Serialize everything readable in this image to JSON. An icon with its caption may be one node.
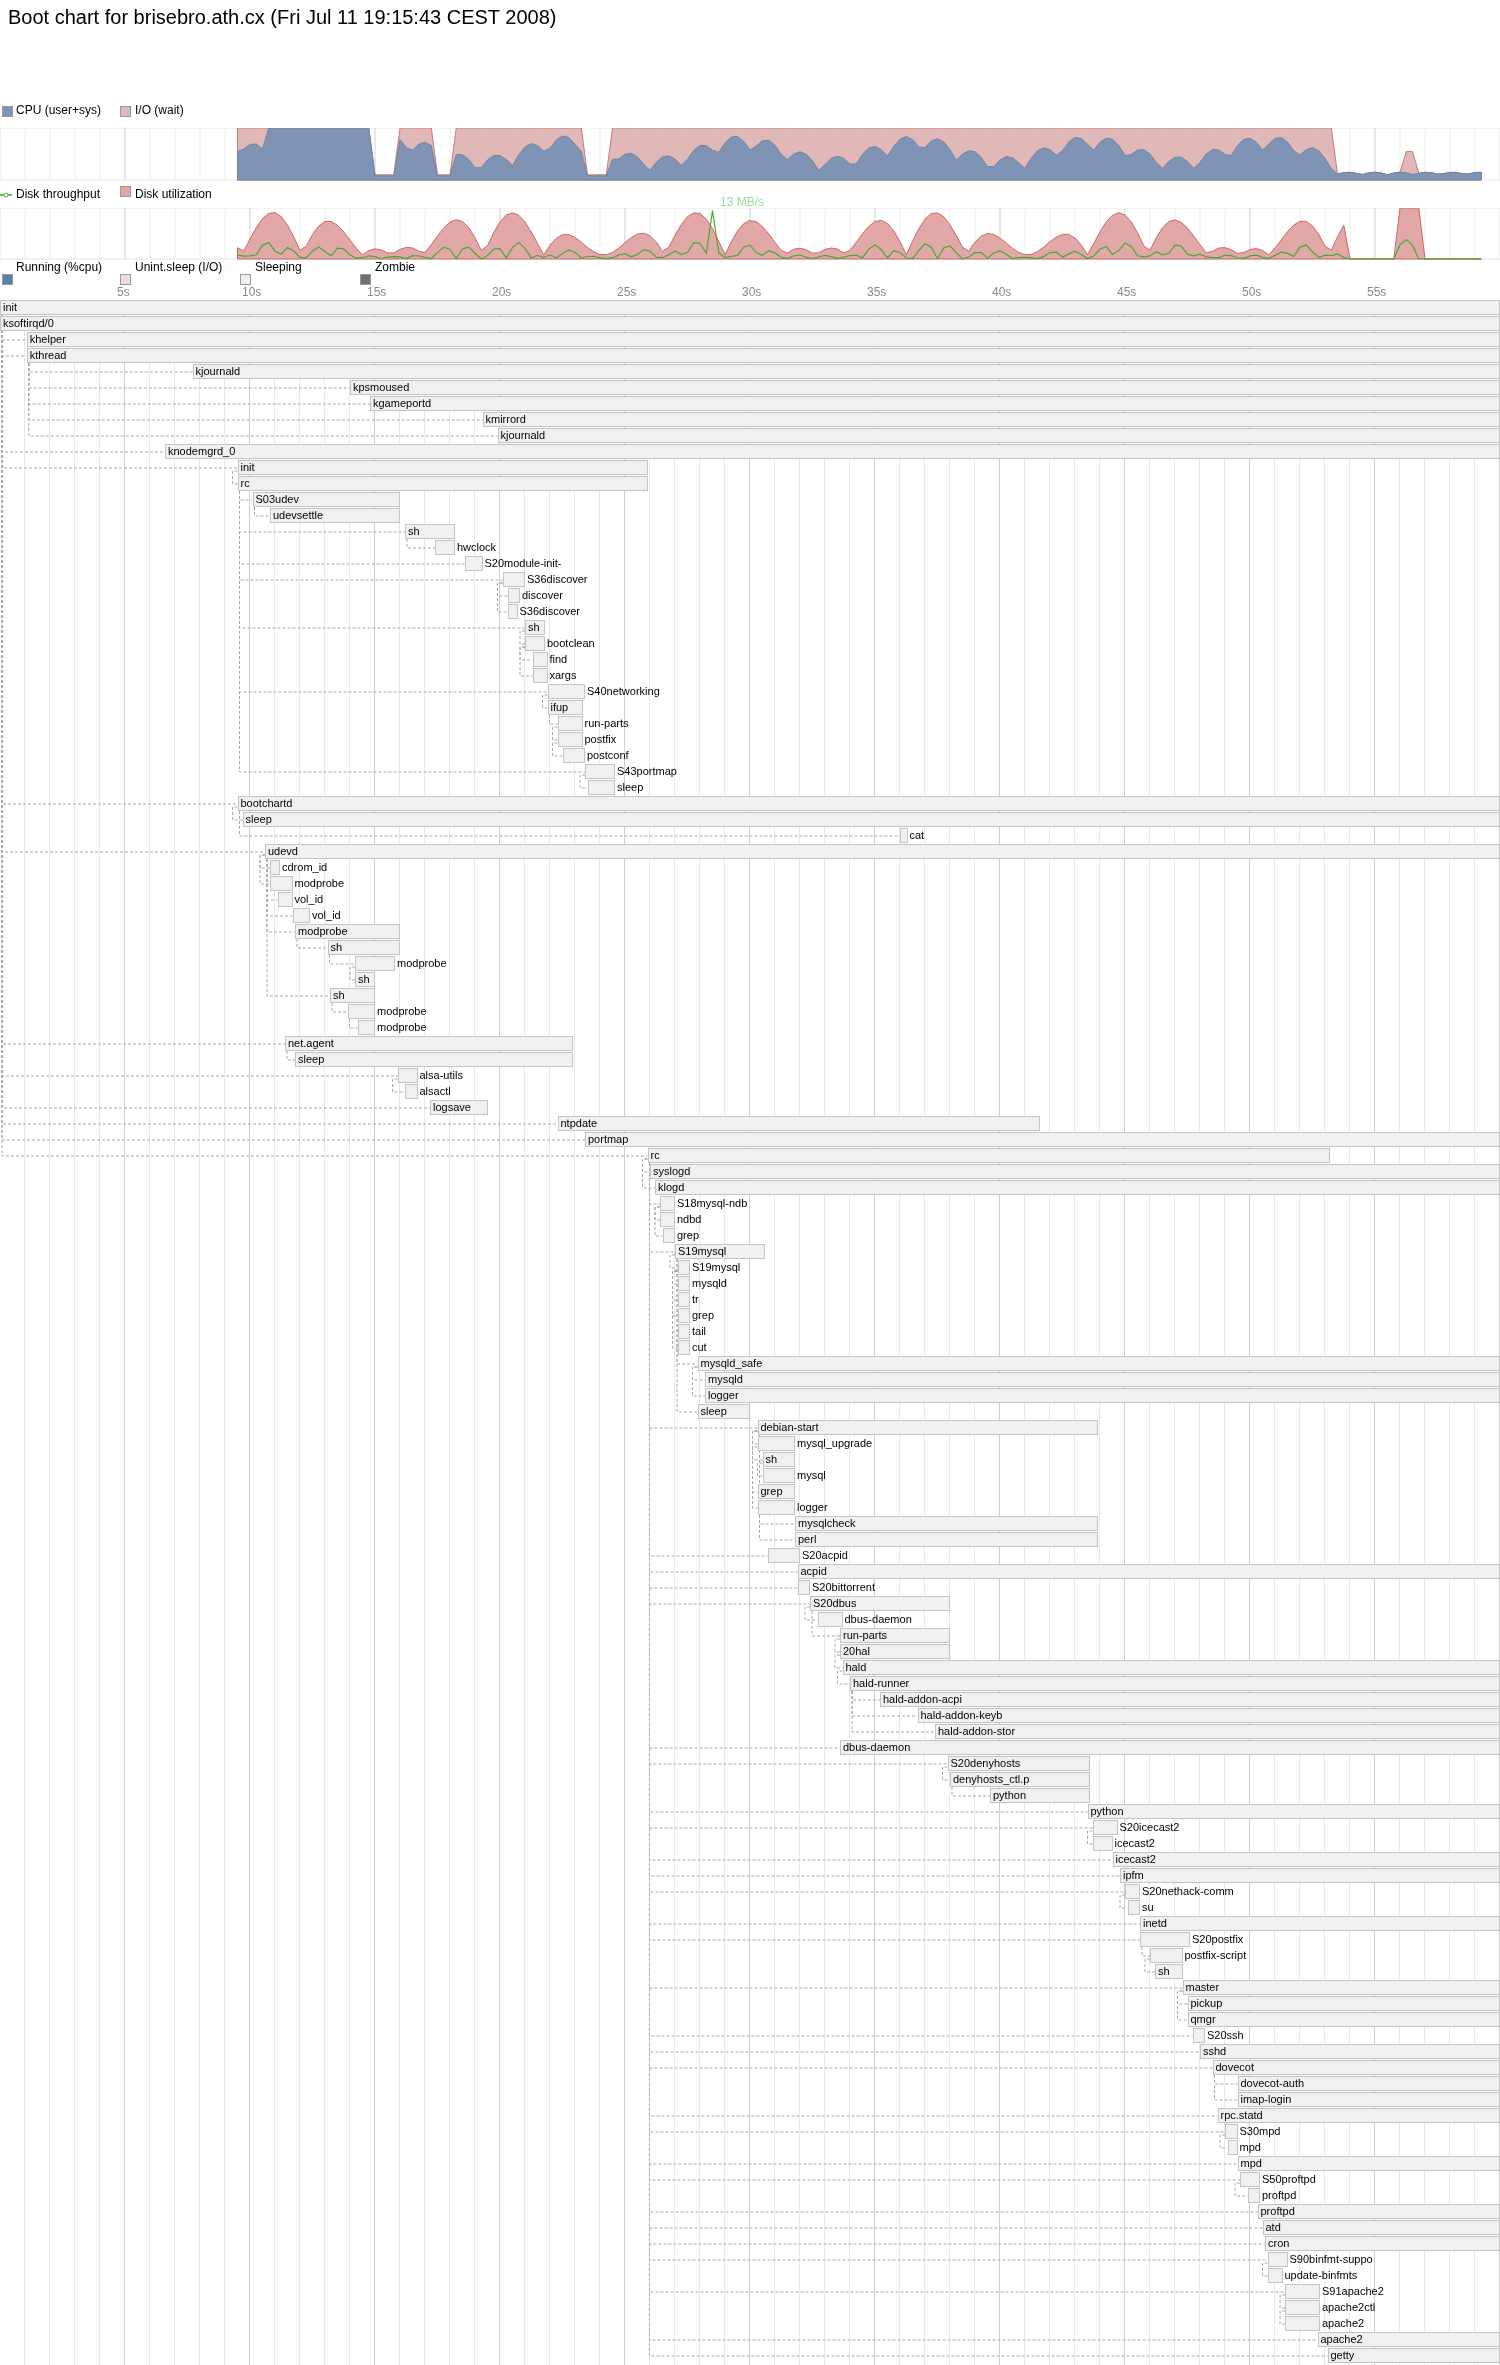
{
  "diagram": {
    "title": "Boot chart for brisebro.ath.cx (Fri Jul 11 19:15:43 CEST 2008)",
    "nodes": [
      {
        "text": [
          "init"
        ]
      },
      {
        "text": [
          "ksoftirqd/0"
        ]
      },
      {
        "text": [
          "khelper"
        ]
      },
      {
        "text": [
          "kthread"
        ]
      },
      {
        "text": [
          "kjournald"
        ]
      },
      {
        "text": [
          "kpsmoused"
        ]
      },
      {
        "text": [
          "kgameportd"
        ]
      },
      {
        "text": [
          "kmirrord"
        ]
      },
      {
        "text": [
          "kjournald"
        ]
      },
      {
        "text": [
          "knodemgrd_0"
        ]
      },
      {
        "text": [
          "init"
        ]
      },
      {
        "text": [
          "rc"
        ]
      },
      {
        "text": [
          "S03udev"
        ]
      },
      {
        "text": [
          "udevsettle"
        ]
      },
      {
        "text": [
          "sh"
        ]
      },
      {
        "text": [
          "hwclock"
        ]
      },
      {
        "text": [
          "S20module-init-"
        ]
      },
      {
        "text": [
          "S36discover"
        ]
      },
      {
        "text": [
          "discover"
        ]
      },
      {
        "text": [
          "S36discover"
        ]
      },
      {
        "text": [
          "sh"
        ]
      },
      {
        "text": [
          "bootclean"
        ]
      },
      {
        "text": [
          "find"
        ]
      },
      {
        "text": [
          "xargs"
        ]
      },
      {
        "text": [
          "S40networking"
        ]
      },
      {
        "text": [
          "ifup"
        ]
      },
      {
        "text": [
          "run-parts"
        ]
      },
      {
        "text": [
          "postfix"
        ]
      },
      {
        "text": [
          "postconf"
        ]
      },
      {
        "text": [
          "S43portmap"
        ]
      },
      {
        "text": [
          "sleep"
        ]
      },
      {
        "text": [
          "bootchartd"
        ]
      },
      {
        "text": [
          "sleep"
        ]
      },
      {
        "text": [
          "cat"
        ]
      },
      {
        "text": [
          "udevd"
        ]
      },
      {
        "text": [
          "cdrom_id"
        ]
      },
      {
        "text": [
          "modprobe"
        ]
      },
      {
        "text": [
          "vol_id"
        ]
      },
      {
        "text": [
          "vol_id"
        ]
      },
      {
        "text": [
          "modprobe"
        ]
      },
      {
        "text": [
          "sh"
        ]
      },
      {
        "text": [
          "modprobe"
        ]
      },
      {
        "text": [
          "sh"
        ]
      },
      {
        "text": [
          "sh"
        ]
      },
      {
        "text": [
          "modprobe"
        ]
      },
      {
        "text": [
          "modprobe"
        ]
      },
      {
        "text": [
          "net.agent"
        ]
      },
      {
        "text": [
          "sleep"
        ]
      },
      {
        "text": [
          "alsa-utils"
        ]
      },
      {
        "text": [
          "alsactl"
        ]
      },
      {
        "text": [
          "logsave"
        ]
      },
      {
        "text": [
          "ntpdate"
        ]
      },
      {
        "text": [
          "portmap"
        ]
      },
      {
        "text": [
          "rc"
        ]
      },
      {
        "text": [
          "syslogd"
        ]
      },
      {
        "text": [
          "klogd"
        ]
      },
      {
        "text": [
          "S18mysql-ndb"
        ]
      },
      {
        "text": [
          "ndbd"
        ]
      },
      {
        "text": [
          "grep"
        ]
      },
      {
        "text": [
          "S19mysql"
        ]
      },
      {
        "text": [
          "S19mysql"
        ]
      },
      {
        "text": [
          "mysqld"
        ]
      },
      {
        "text": [
          "tr"
        ]
      },
      {
        "text": [
          "grep"
        ]
      },
      {
        "text": [
          "tail"
        ]
      },
      {
        "text": [
          "cut"
        ]
      },
      {
        "text": [
          "mysqld_safe"
        ]
      },
      {
        "text": [
          "mysqld"
        ]
      },
      {
        "text": [
          "logger"
        ]
      },
      {
        "text": [
          "sleep"
        ]
      },
      {
        "text": [
          "debian-start"
        ]
      },
      {
        "text": [
          "mysql_upgrade"
        ]
      },
      {
        "text": [
          "sh"
        ]
      },
      {
        "text": [
          "mysql"
        ]
      },
      {
        "text": [
          "grep"
        ]
      },
      {
        "text": [
          "logger"
        ]
      },
      {
        "text": [
          "mysqlcheck"
        ]
      },
      {
        "text": [
          "perl"
        ]
      },
      {
        "text": [
          "S20acpid"
        ]
      },
      {
        "text": [
          "acpid"
        ]
      },
      {
        "text": [
          "S20bittorrent"
        ]
      },
      {
        "text": [
          "S20dbus"
        ]
      },
      {
        "text": [
          "dbus-daemon"
        ]
      },
      {
        "text": [
          "run-parts"
        ]
      },
      {
        "text": [
          "20hal"
        ]
      },
      {
        "text": [
          "hald"
        ]
      },
      {
        "text": [
          "hald-runner"
        ]
      },
      {
        "text": [
          "hald-addon-acpi"
        ]
      },
      {
        "text": [
          "hald-addon-keyb"
        ]
      },
      {
        "text": [
          "hald-addon-stor"
        ]
      },
      {
        "text": [
          "dbus-daemon"
        ]
      },
      {
        "text": [
          "S20denyhosts"
        ]
      },
      {
        "text": [
          "denyhosts_ctl.p"
        ]
      },
      {
        "text": [
          "python"
        ]
      },
      {
        "text": [
          "python"
        ]
      },
      {
        "text": [
          "S20icecast2"
        ]
      },
      {
        "text": [
          "icecast2"
        ]
      },
      {
        "text": [
          "icecast2"
        ]
      },
      {
        "text": [
          "ipfm"
        ]
      },
      {
        "text": [
          "S20nethack-comm"
        ]
      },
      {
        "text": [
          "su"
        ]
      },
      {
        "text": [
          "inetd"
        ]
      },
      {
        "text": [
          "S20postfix"
        ]
      },
      {
        "text": [
          "postfix-script"
        ]
      },
      {
        "text": [
          "sh"
        ]
      },
      {
        "text": [
          "master"
        ]
      },
      {
        "text": [
          "pickup"
        ]
      },
      {
        "text": [
          "qmgr"
        ]
      },
      {
        "text": [
          "S20ssh"
        ]
      },
      {
        "text": [
          "sshd"
        ]
      },
      {
        "text": [
          "dovecot"
        ]
      },
      {
        "text": [
          "dovecot-auth"
        ]
      },
      {
        "text": [
          "imap-login"
        ]
      },
      {
        "text": [
          "rpc.statd"
        ]
      },
      {
        "text": [
          "S30mpd"
        ]
      },
      {
        "text": [
          "mpd"
        ]
      },
      {
        "text": [
          "mpd"
        ]
      },
      {
        "text": [
          "S50proftpd"
        ]
      },
      {
        "text": [
          "proftpd"
        ]
      },
      {
        "text": [
          "proftpd"
        ]
      },
      {
        "text": [
          "atd"
        ]
      },
      {
        "text": [
          "cron"
        ]
      },
      {
        "text": [
          "S90binfmt-suppo"
        ]
      },
      {
        "text": [
          "update-binfmts"
        ]
      },
      {
        "text": [
          "S91apache2"
        ]
      },
      {
        "text": [
          "apache2ctl"
        ]
      },
      {
        "text": [
          "apache2"
        ]
      },
      {
        "text": [
          "apache2"
        ]
      },
      {
        "text": [
          "getty"
        ]
      }
    ],
    "edges": [
      {
        "from": 0,
        "to": 2,
        "arrow": "none",
        "style": "dashed"
      },
      {
        "from": 0,
        "to": 3,
        "arrow": "none",
        "style": "dashed"
      },
      {
        "from": 3,
        "to": 4,
        "arrow": "none",
        "style": "dashed"
      },
      {
        "from": 3,
        "to": 5,
        "arrow": "none",
        "style": "dashed"
      },
      {
        "from": 3,
        "to": 6,
        "arrow": "none",
        "style": "dashed"
      },
      {
        "from": 3,
        "to": 7,
        "arrow": "none",
        "style": "dashed"
      },
      {
        "from": 3,
        "to": 8,
        "arrow": "none",
        "style": "dashed"
      },
      {
        "from": 0,
        "to": 9,
        "arrow": "none",
        "style": "dashed"
      },
      {
        "from": 0,
        "to": 10,
        "arrow": "none",
        "style": "dashed"
      },
      {
        "from": 10,
        "to": 11,
        "arrow": "none",
        "style": "dashed"
      },
      {
        "from": 11,
        "to": 12,
        "arrow": "none",
        "style": "dashed"
      },
      {
        "from": 12,
        "to": 13,
        "arrow": "none",
        "style": "dashed"
      },
      {
        "from": 11,
        "to": 14,
        "arrow": "none",
        "style": "dashed"
      },
      {
        "from": 14,
        "to": 15,
        "arrow": "none",
        "style": "dashed"
      },
      {
        "from": 11,
        "to": 16,
        "arrow": "none",
        "style": "dashed"
      },
      {
        "from": 11,
        "to": 17,
        "arrow": "none",
        "style": "dashed"
      },
      {
        "from": 17,
        "to": 18,
        "arrow": "none",
        "style": "dashed"
      },
      {
        "from": 17,
        "to": 19,
        "arrow": "none",
        "style": "dashed"
      },
      {
        "from": 11,
        "to": 20,
        "arrow": "none",
        "style": "dashed"
      },
      {
        "from": 20,
        "to": 21,
        "arrow": "none",
        "style": "dashed"
      },
      {
        "from": 21,
        "to": 22,
        "arrow": "none",
        "style": "dashed"
      },
      {
        "from": 21,
        "to": 23,
        "arrow": "none",
        "style": "dashed"
      },
      {
        "from": 11,
        "to": 24,
        "arrow": "none",
        "style": "dashed"
      },
      {
        "from": 24,
        "to": 25,
        "arrow": "none",
        "style": "dashed"
      },
      {
        "from": 25,
        "to": 26,
        "arrow": "none",
        "style": "dashed"
      },
      {
        "from": 26,
        "to": 27,
        "arrow": "none",
        "style": "dashed"
      },
      {
        "from": 27,
        "to": 28,
        "arrow": "none",
        "style": "dashed"
      },
      {
        "from": 11,
        "to": 29,
        "arrow": "none",
        "style": "dashed"
      },
      {
        "from": 29,
        "to": 30,
        "arrow": "none",
        "style": "dashed"
      },
      {
        "from": 0,
        "to": 31,
        "arrow": "none",
        "style": "dashed"
      },
      {
        "from": 31,
        "to": 32,
        "arrow": "none",
        "style": "dashed"
      },
      {
        "from": 31,
        "to": 33,
        "arrow": "none",
        "style": "dashed"
      },
      {
        "from": 0,
        "to": 34,
        "arrow": "none",
        "style": "dashed"
      },
      {
        "from": 34,
        "to": 35,
        "arrow": "none",
        "style": "dashed"
      },
      {
        "from": 34,
        "to": 36,
        "arrow": "none",
        "style": "dashed"
      },
      {
        "from": 34,
        "to": 37,
        "arrow": "none",
        "style": "dashed"
      },
      {
        "from": 34,
        "to": 38,
        "arrow": "none",
        "style": "dashed"
      },
      {
        "from": 34,
        "to": 39,
        "arrow": "none",
        "style": "dashed"
      },
      {
        "from": 39,
        "to": 40,
        "arrow": "none",
        "style": "dashed"
      },
      {
        "from": 40,
        "to": 41,
        "arrow": "none",
        "style": "dashed"
      },
      {
        "from": 41,
        "to": 42,
        "arrow": "none",
        "style": "dashed"
      },
      {
        "from": 34,
        "to": 43,
        "arrow": "none",
        "style": "dashed"
      },
      {
        "from": 43,
        "to": 44,
        "arrow": "none",
        "style": "dashed"
      },
      {
        "from": 44,
        "to": 45,
        "arrow": "none",
        "style": "dashed"
      },
      {
        "from": 0,
        "to": 46,
        "arrow": "none",
        "style": "dashed"
      },
      {
        "from": 46,
        "to": 47,
        "arrow": "none",
        "style": "dashed"
      },
      {
        "from": 0,
        "to": 48,
        "arrow": "none",
        "style": "dashed"
      },
      {
        "from": 48,
        "to": 49,
        "arrow": "none",
        "style": "dashed"
      },
      {
        "from": 0,
        "to": 50,
        "arrow": "none",
        "style": "dashed"
      },
      {
        "from": 0,
        "to": 51,
        "arrow": "none",
        "style": "dashed"
      },
      {
        "from": 0,
        "to": 52,
        "arrow": "none",
        "style": "dashed"
      },
      {
        "from": 0,
        "to": 53,
        "arrow": "none",
        "style": "dashed"
      },
      {
        "from": 53,
        "to": 54,
        "arrow": "none",
        "style": "dashed"
      },
      {
        "from": 53,
        "to": 55,
        "arrow": "none",
        "style": "dashed"
      },
      {
        "from": 53,
        "to": 56,
        "arrow": "none",
        "style": "dashed"
      },
      {
        "from": 56,
        "to": 57,
        "arrow": "none",
        "style": "dashed"
      },
      {
        "from": 56,
        "to": 58,
        "arrow": "none",
        "style": "dashed"
      },
      {
        "from": 53,
        "to": 59,
        "arrow": "none",
        "style": "dashed"
      },
      {
        "from": 59,
        "to": 60,
        "arrow": "none",
        "style": "dashed"
      },
      {
        "from": 60,
        "to": 61,
        "arrow": "none",
        "style": "dashed"
      },
      {
        "from": 60,
        "to": 62,
        "arrow": "none",
        "style": "dashed"
      },
      {
        "from": 60,
        "to": 63,
        "arrow": "none",
        "style": "dashed"
      },
      {
        "from": 60,
        "to": 64,
        "arrow": "none",
        "style": "dashed"
      },
      {
        "from": 60,
        "to": 65,
        "arrow": "none",
        "style": "dashed"
      },
      {
        "from": 59,
        "to": 66,
        "arrow": "none",
        "style": "dashed"
      },
      {
        "from": 66,
        "to": 67,
        "arrow": "none",
        "style": "dashed"
      },
      {
        "from": 66,
        "to": 68,
        "arrow": "none",
        "style": "dashed"
      },
      {
        "from": 59,
        "to": 69,
        "arrow": "none",
        "style": "dashed"
      },
      {
        "from": 53,
        "to": 70,
        "arrow": "none",
        "style": "dashed"
      },
      {
        "from": 70,
        "to": 71,
        "arrow": "none",
        "style": "dashed"
      },
      {
        "from": 71,
        "to": 72,
        "arrow": "none",
        "style": "dashed"
      },
      {
        "from": 72,
        "to": 73,
        "arrow": "none",
        "style": "dashed"
      },
      {
        "from": 70,
        "to": 74,
        "arrow": "none",
        "style": "dashed"
      },
      {
        "from": 70,
        "to": 75,
        "arrow": "none",
        "style": "dashed"
      },
      {
        "from": 70,
        "to": 76,
        "arrow": "none",
        "style": "dashed"
      },
      {
        "from": 70,
        "to": 77,
        "arrow": "none",
        "style": "dashed"
      },
      {
        "from": 53,
        "to": 78,
        "arrow": "none",
        "style": "dashed"
      },
      {
        "from": 53,
        "to": 79,
        "arrow": "none",
        "style": "dashed"
      },
      {
        "from": 53,
        "to": 80,
        "arrow": "none",
        "style": "dashed"
      },
      {
        "from": 53,
        "to": 81,
        "arrow": "none",
        "style": "dashed"
      },
      {
        "from": 81,
        "to": 82,
        "arrow": "none",
        "style": "dashed"
      },
      {
        "from": 81,
        "to": 83,
        "arrow": "none",
        "style": "dashed"
      },
      {
        "from": 83,
        "to": 84,
        "arrow": "none",
        "style": "dashed"
      },
      {
        "from": 84,
        "to": 85,
        "arrow": "none",
        "style": "dashed"
      },
      {
        "from": 85,
        "to": 86,
        "arrow": "none",
        "style": "dashed"
      },
      {
        "from": 86,
        "to": 87,
        "arrow": "none",
        "style": "dashed"
      },
      {
        "from": 86,
        "to": 88,
        "arrow": "none",
        "style": "dashed"
      },
      {
        "from": 86,
        "to": 89,
        "arrow": "none",
        "style": "dashed"
      },
      {
        "from": 53,
        "to": 90,
        "arrow": "none",
        "style": "dashed"
      },
      {
        "from": 53,
        "to": 91,
        "arrow": "none",
        "style": "dashed"
      },
      {
        "from": 91,
        "to": 92,
        "arrow": "none",
        "style": "dashed"
      },
      {
        "from": 92,
        "to": 93,
        "arrow": "none",
        "style": "dashed"
      },
      {
        "from": 53,
        "to": 94,
        "arrow": "none",
        "style": "dashed"
      },
      {
        "from": 53,
        "to": 95,
        "arrow": "none",
        "style": "dashed"
      },
      {
        "from": 95,
        "to": 96,
        "arrow": "none",
        "style": "dashed"
      },
      {
        "from": 53,
        "to": 97,
        "arrow": "none",
        "style": "dashed"
      },
      {
        "from": 53,
        "to": 98,
        "arrow": "none",
        "style": "dashed"
      },
      {
        "from": 53,
        "to": 99,
        "arrow": "none",
        "style": "dashed"
      },
      {
        "from": 99,
        "to": 100,
        "arrow": "none",
        "style": "dashed"
      },
      {
        "from": 53,
        "to": 101,
        "arrow": "none",
        "style": "dashed"
      },
      {
        "from": 53,
        "to": 102,
        "arrow": "none",
        "style": "dashed"
      },
      {
        "from": 102,
        "to": 103,
        "arrow": "none",
        "style": "dashed"
      },
      {
        "from": 103,
        "to": 104,
        "arrow": "none",
        "style": "dashed"
      },
      {
        "from": 53,
        "to": 105,
        "arrow": "none",
        "style": "dashed"
      },
      {
        "from": 105,
        "to": 106,
        "arrow": "none",
        "style": "dashed"
      },
      {
        "from": 105,
        "to": 107,
        "arrow": "none",
        "style": "dashed"
      },
      {
        "from": 53,
        "to": 108,
        "arrow": "none",
        "style": "dashed"
      },
      {
        "from": 53,
        "to": 109,
        "arrow": "none",
        "style": "dashed"
      },
      {
        "from": 53,
        "to": 110,
        "arrow": "none",
        "style": "dashed"
      },
      {
        "from": 110,
        "to": 111,
        "arrow": "none",
        "style": "dashed"
      },
      {
        "from": 110,
        "to": 112,
        "arrow": "none",
        "style": "dashed"
      },
      {
        "from": 53,
        "to": 113,
        "arrow": "none",
        "style": "dashed"
      },
      {
        "from": 53,
        "to": 114,
        "arrow": "none",
        "style": "dashed"
      },
      {
        "from": 114,
        "to": 115,
        "arrow": "none",
        "style": "dashed"
      },
      {
        "from": 53,
        "to": 116,
        "arrow": "none",
        "style": "dashed"
      },
      {
        "from": 53,
        "to": 117,
        "arrow": "none",
        "style": "dashed"
      },
      {
        "from": 117,
        "to": 118,
        "arrow": "none",
        "style": "dashed"
      },
      {
        "from": 53,
        "to": 119,
        "arrow": "none",
        "style": "dashed"
      },
      {
        "from": 53,
        "to": 120,
        "arrow": "none",
        "style": "dashed"
      },
      {
        "from": 53,
        "to": 121,
        "arrow": "none",
        "style": "dashed"
      },
      {
        "from": 53,
        "to": 122,
        "arrow": "none",
        "style": "dashed"
      },
      {
        "from": 122,
        "to": 123,
        "arrow": "none",
        "style": "dashed"
      },
      {
        "from": 53,
        "to": 124,
        "arrow": "none",
        "style": "dashed"
      },
      {
        "from": 124,
        "to": 125,
        "arrow": "none",
        "style": "dashed"
      },
      {
        "from": 125,
        "to": 126,
        "arrow": "none",
        "style": "dashed"
      },
      {
        "from": 53,
        "to": 127,
        "arrow": "none",
        "style": "dashed"
      },
      {
        "from": 53,
        "to": 128,
        "arrow": "none",
        "style": "dashed"
      }
    ],
    "labels": [
      "13 MB/s",
      "5s",
      "10s",
      "15s",
      "20s",
      "25s",
      "30s",
      "35s",
      "40s",
      "45s",
      "50s",
      "55s"
    ],
    "legend": [
      {
        "text": "CPU (user+sys)",
        "color": "#7f94b4"
      },
      {
        "text": "I/O (wait)",
        "color": "#e0b8b8"
      },
      {
        "text": "Disk throughput"
      },
      {
        "text": "Disk utilization",
        "color": "#e2a8a8"
      },
      {
        "text": "Running (%cpu)",
        "color": "#5a7fb0"
      },
      {
        "text": "Unint.sleep (I/O)",
        "color": "#f0dcdc"
      },
      {
        "text": "Sleeping",
        "color": "#f0f0f0"
      },
      {
        "text": "Zombie",
        "color": "#707070"
      }
    ]
  }
}
